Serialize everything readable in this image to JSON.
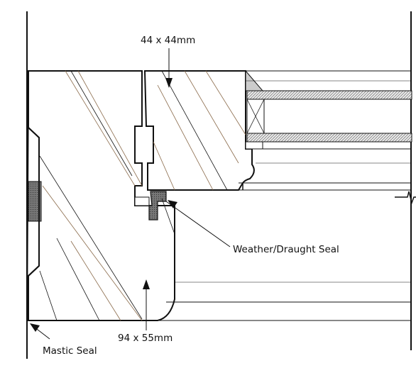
{
  "labels": {
    "top_dimension": "44 x 44mm",
    "bottom_dimension": "94 x 55mm",
    "seal_callout": "Weather/Draught Seal",
    "mastic_callout": "Mastic Seal"
  },
  "colors": {
    "outline": "#111111",
    "timber_grain": "#8a6a4a",
    "mastic_fill": "#666666",
    "seal_fill": "#777777",
    "glazing_bar": "#cccccc"
  }
}
